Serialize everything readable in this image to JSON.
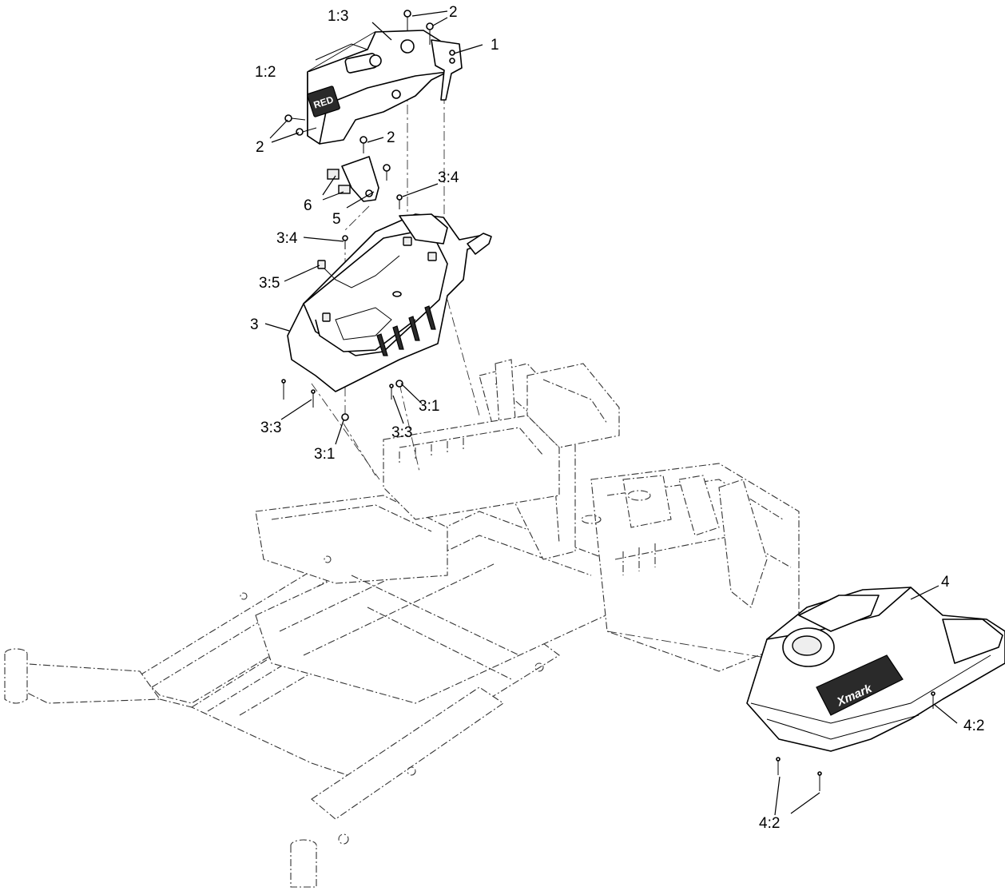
{
  "callouts": {
    "c1": "1",
    "c1_3": "1:3",
    "c1_2": "1:2",
    "c2_top": "2",
    "c2_left": "2",
    "c2_mid": "2",
    "c3_4_top": "3:4",
    "c3_4_left": "3:4",
    "c3_5": "3:5",
    "c3": "3",
    "c3_3_left": "3:3",
    "c3_3_right": "3:3",
    "c3_1_left": "3:1",
    "c3_1_right": "3:1",
    "c4": "4",
    "c4_2_right": "4:2",
    "c4_2_bottom": "4:2",
    "c5": "5",
    "c6": "6"
  },
  "decals": {
    "console_brand": "RED",
    "tank_brand": "Xmark"
  }
}
